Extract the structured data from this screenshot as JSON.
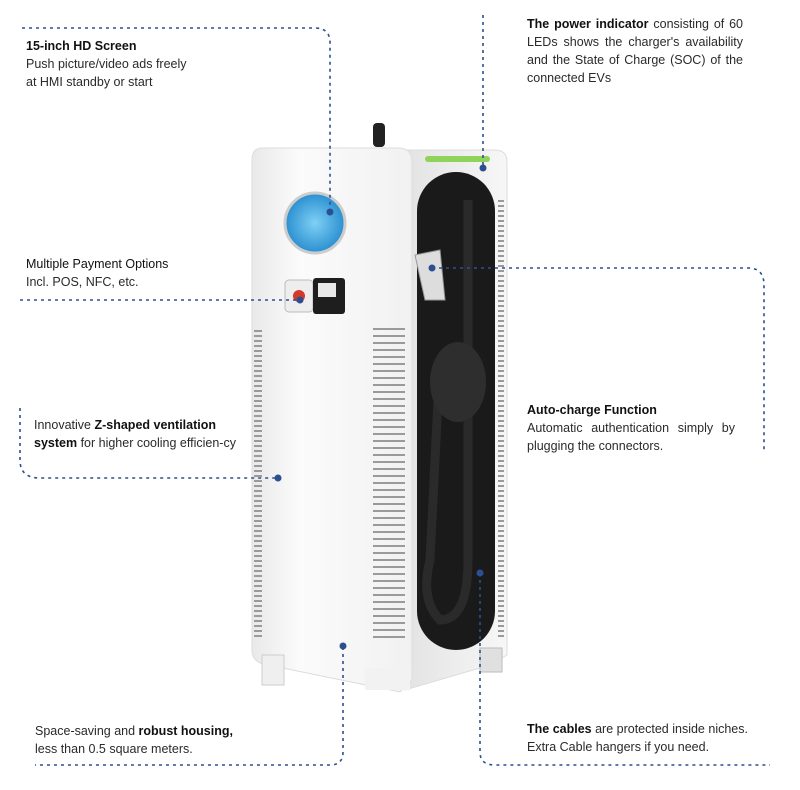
{
  "colors": {
    "line": "#2c4f8f",
    "led": "#8fd35a",
    "niche": "#1a1a1a",
    "body": "#f4f4f4",
    "screen": "#3aa7e0"
  },
  "annotations": {
    "screen": {
      "title": "15-inch HD Screen",
      "line1": "Push picture/video ads freely",
      "line2": "at HMI standby or start"
    },
    "power": {
      "title": "The power indicator",
      "text": " consisting of 60 LEDs shows the charger's availability and the State of Charge (SOC) of the connected EVs"
    },
    "payment": {
      "title": "Multiple Payment Options",
      "text": "Incl. POS, NFC, etc."
    },
    "ventilation": {
      "prefix": "Innovative ",
      "title": "Z-shaped ventilation system",
      "text": " for higher cooling efficien-cy"
    },
    "autocharge": {
      "title": "Auto-charge Function",
      "text": "Automatic authentication simply by plugging the connectors."
    },
    "housing": {
      "prefix": "Space-saving and ",
      "title": "robust housing,",
      "text": "less than 0.5 square meters."
    },
    "cables": {
      "title": "The cables",
      "text": " are protected inside niches.",
      "line2": "Extra Cable hangers if you need."
    }
  }
}
